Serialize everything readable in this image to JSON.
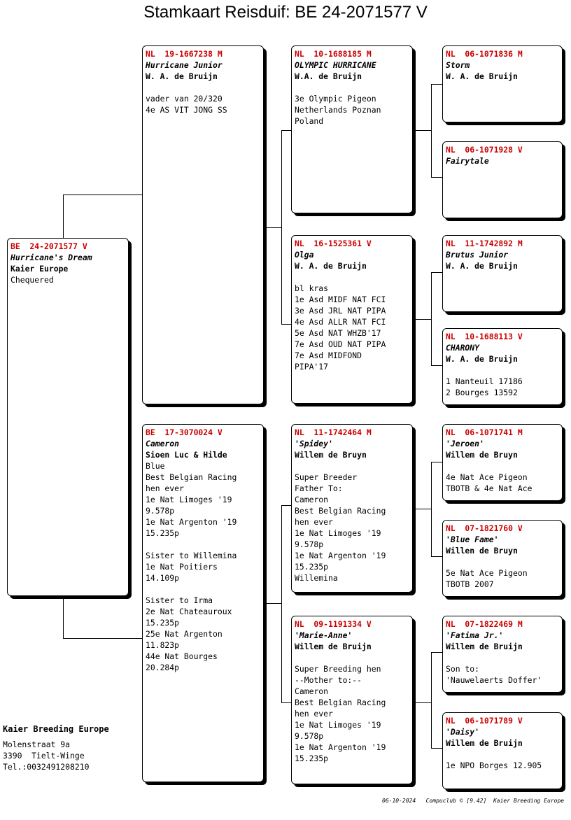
{
  "title": "Stamkaart Reisduif: BE  24-2071577 V",
  "pigeons": {
    "subject": {
      "ring": "BE  24-2071577 V",
      "name": "Hurricane's Dream",
      "owner": "Kaier Europe",
      "info": [
        "Chequered"
      ]
    },
    "sire": {
      "ring": "NL  19-1667238 M",
      "name": "Hurricane Junior",
      "owner": "W. A. de Bruijn",
      "info": [
        "",
        "vader van 20/320",
        "4e AS VIT JONG SS"
      ]
    },
    "dam": {
      "ring": "BE  17-3070024 V",
      "name": "Cameron",
      "owner": "Sioen Luc & Hilde",
      "info": [
        "Blue",
        "Best Belgian Racing",
        "hen ever",
        "1e Nat Limoges '19",
        "9.578p",
        "1e Nat Argenton '19",
        "15.235p",
        "",
        "Sister to Willemina",
        "1e Nat Poitiers",
        "14.109p",
        "",
        "Sister to Irma",
        "2e Nat Chateauroux",
        "15.235p",
        "25e Nat Argenton",
        "11.823p",
        "44e Nat Bourges",
        "20.284p"
      ]
    },
    "ss": {
      "ring": "NL  10-1688185 M",
      "name": "OLYMPIC HURRICANE",
      "owner": "W.A. de Bruijn",
      "info": [
        "",
        "3e Olympic Pigeon",
        "Netherlands Poznan",
        "Poland"
      ]
    },
    "sd": {
      "ring": "NL  16-1525361 V",
      "name": "Olga",
      "owner": "W. A. de Bruijn",
      "info": [
        "",
        "bl kras",
        "1e Asd MIDF NAT FCI",
        "3e Asd JRL NAT PIPA",
        "4e Asd ALLR NAT FCI",
        "5e Asd NAT WHZB'17",
        "7e Asd OUD NAT PIPA",
        "7e Asd MIDFOND",
        "PIPA'17"
      ]
    },
    "ds": {
      "ring": "NL  11-1742464 M",
      "name": "'Spidey'",
      "owner": "Willem de Bruyn",
      "info": [
        "",
        "Super Breeder",
        "Father To:",
        "Cameron",
        "Best Belgian Racing",
        "hen ever",
        "1e Nat Limoges '19",
        "9.578p",
        "1e Nat Argenton '19",
        "15.235p",
        "Willemina"
      ]
    },
    "dd": {
      "ring": "NL  09-1191334 V",
      "name": "'Marie-Anne'",
      "owner": "Willem de Bruijn",
      "info": [
        "",
        "Super Breeding hen",
        "--Mother to:--",
        "Cameron",
        "Best Belgian Racing",
        "hen ever",
        "1e Nat Limoges '19",
        "9.578p",
        "1e Nat Argenton '19",
        "15.235p"
      ]
    },
    "sss": {
      "ring": "NL  06-1071836 M",
      "name": "Storm",
      "owner": "W. A. de Bruijn",
      "info": []
    },
    "ssd": {
      "ring": "NL  06-1071928 V",
      "name": "Fairytale",
      "owner": "",
      "info": []
    },
    "sds": {
      "ring": "NL  11-1742892 M",
      "name": "Brutus Junior",
      "owner": "W. A. de Bruijn",
      "info": []
    },
    "sdd": {
      "ring": "NL  10-1688113 V",
      "name": "CHARONY",
      "owner": "W. A. de Bruijn",
      "info": [
        "",
        "1 Nanteuil 17186",
        "2 Bourges 13592"
      ]
    },
    "dss": {
      "ring": "NL  06-1071741 M",
      "name": "'Jeroen'",
      "owner": "Willem de Bruyn",
      "info": [
        "",
        "4e Nat Ace Pigeon",
        "TBOTB & 4e Nat Ace"
      ]
    },
    "dsd": {
      "ring": "NL  07-1821760 V",
      "name": "'Blue Fame'",
      "owner": "Willen de Bruyn",
      "info": [
        "",
        "5e Nat Ace Pigeon",
        "TBOTB 2007"
      ]
    },
    "dds": {
      "ring": "NL  07-1822469 M",
      "name": "'Fatima Jr.'",
      "owner": "Willem de Bruijn",
      "info": [
        "",
        "Son to:",
        "'Nauwelaerts Doffer'"
      ]
    },
    "ddd": {
      "ring": "NL  06-1071789 V",
      "name": "'Daisy'",
      "owner": "Willem de Bruijn",
      "info": [
        "",
        "1e NPO Borges 12.905"
      ]
    }
  },
  "breeder": {
    "name": "Kaier Breeding Europe",
    "street": "Molenstraat 9a",
    "city": "3390  Tielt-Winge",
    "phone": "Tel.:0032491208210"
  },
  "footer": "06-10-2024   Compuclub © [9.42]  Kaier Breeding Europe",
  "colors": {
    "ring": "#cc0000",
    "border": "#000000",
    "background": "#ffffff"
  }
}
